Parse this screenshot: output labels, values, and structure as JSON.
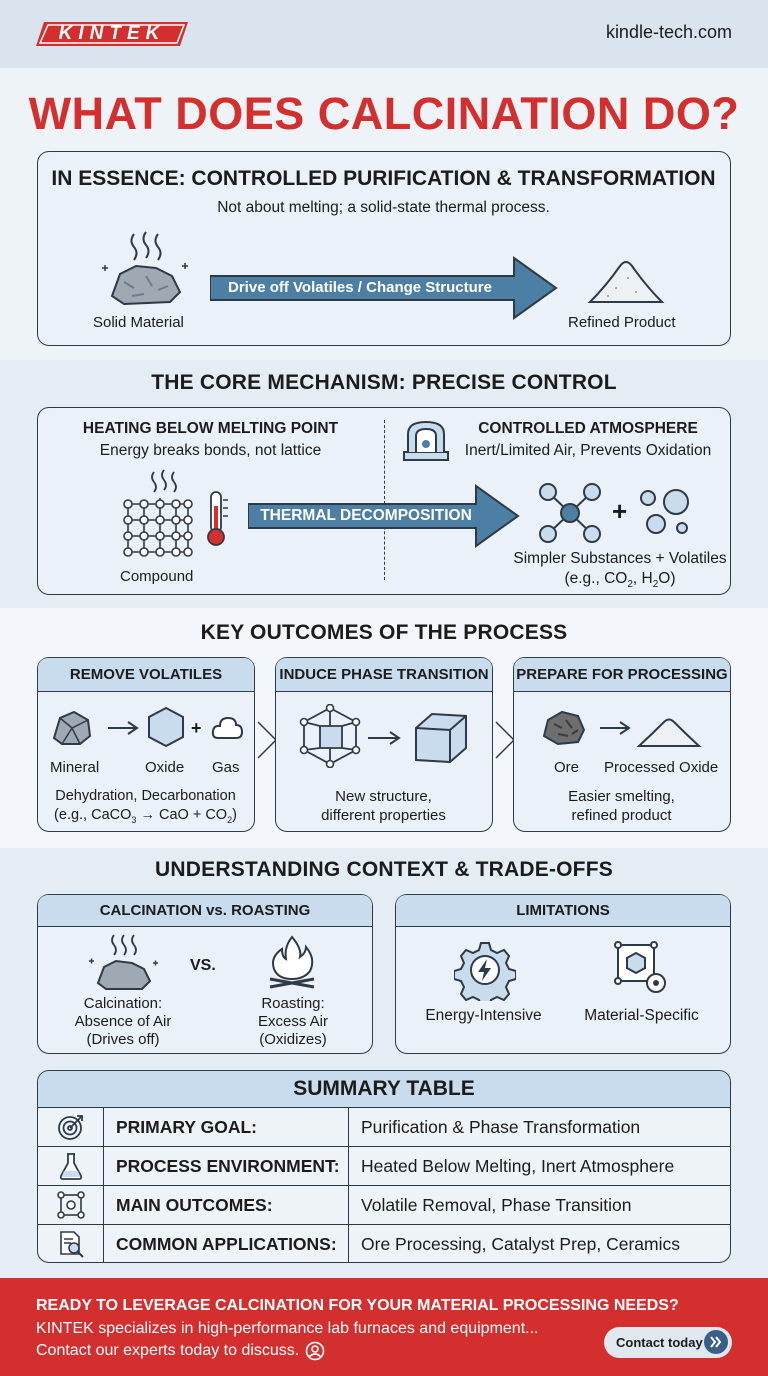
{
  "header": {
    "brand": "KINTEK",
    "site": "kindle-tech.com"
  },
  "title": "WHAT DOES CALCINATION DO?",
  "essence": {
    "heading": "IN ESSENCE: CONTROLLED PURIFICATION & TRANSFORMATION",
    "subtitle": "Not about melting; a solid-state thermal process.",
    "left_label": "Solid Material",
    "arrow_label": "Drive off Volatiles / Change Structure",
    "right_label": "Refined Product"
  },
  "mechanism": {
    "heading": "THE CORE MECHANISM: PRECISE CONTROL",
    "left_title": "HEATING BELOW MELTING POINT",
    "left_sub": "Energy breaks bonds, not lattice",
    "right_title": "CONTROLLED ATMOSPHERE",
    "right_sub": "Inert/Limited Air, Prevents Oxidation",
    "arrow_label": "THERMAL DECOMPOSITION",
    "compound_label": "Compound",
    "plus": "+",
    "result_line1": "Simpler Substances + Volatiles",
    "result_line2_prefix": "(e.g., CO",
    "result_sub1": "2",
    "result_mid": ", H",
    "result_sub2": "2",
    "result_suffix": "O)"
  },
  "outcomes": {
    "heading": "KEY OUTCOMES OF THE PROCESS",
    "cards": [
      {
        "title": "REMOVE VOLATILES",
        "labels": [
          "Mineral",
          "Oxide",
          "Gas"
        ],
        "plus": "+",
        "desc1": "Dehydration, Decarbonation",
        "desc2_a": "(e.g., CaCO",
        "desc2_s1": "3",
        "desc2_b": " → CaO + CO",
        "desc2_s2": "2",
        "desc2_c": ")"
      },
      {
        "title": "INDUCE PHASE TRANSITION",
        "desc1": "New structure,",
        "desc2": "different properties"
      },
      {
        "title": "PREPARE FOR PROCESSING",
        "labels": [
          "Ore",
          "Processed Oxide"
        ],
        "desc1": "Easier smelting,",
        "desc2": "refined product"
      }
    ]
  },
  "context": {
    "heading": "UNDERSTANDING CONTEXT & TRADE-OFFS",
    "compare_title": "CALCINATION vs. ROASTING",
    "vs": "VS.",
    "calc_lines": [
      "Calcination:",
      "Absence of Air",
      "(Drives off)"
    ],
    "roast_lines": [
      "Roasting:",
      "Excess Air",
      "(Oxidizes)"
    ],
    "limits_title": "LIMITATIONS",
    "limits": [
      "Energy-Intensive",
      "Material-Specific"
    ]
  },
  "summary": {
    "title": "SUMMARY TABLE",
    "rows": [
      {
        "icon": "target-icon",
        "key": "PRIMARY GOAL:",
        "value": "Purification & Phase Transformation"
      },
      {
        "icon": "flask-icon",
        "key": "PROCESS ENVIRONMENT:",
        "value": "Heated Below Melting, Inert Atmosphere"
      },
      {
        "icon": "molecule-icon",
        "key": "MAIN OUTCOMES:",
        "value": "Volatile Removal, Phase Transition"
      },
      {
        "icon": "document-search-icon",
        "key": "COMMON APPLICATIONS:",
        "value": "Ore Processing, Catalyst Prep, Ceramics"
      }
    ]
  },
  "footer": {
    "headline": "READY TO LEVERAGE CALCINATION FOR YOUR MATERIAL PROCESSING NEEDS?",
    "line1": "KINTEK specializes in high-performance lab furnaces and equipment...",
    "line2": "Contact our experts today to discuss.",
    "cta": "Contact today"
  },
  "colors": {
    "brand_red": "#d32f2f",
    "accent_blue": "#4c7fa3",
    "panel": "#eaf1f8",
    "ink": "#2f3a48"
  }
}
